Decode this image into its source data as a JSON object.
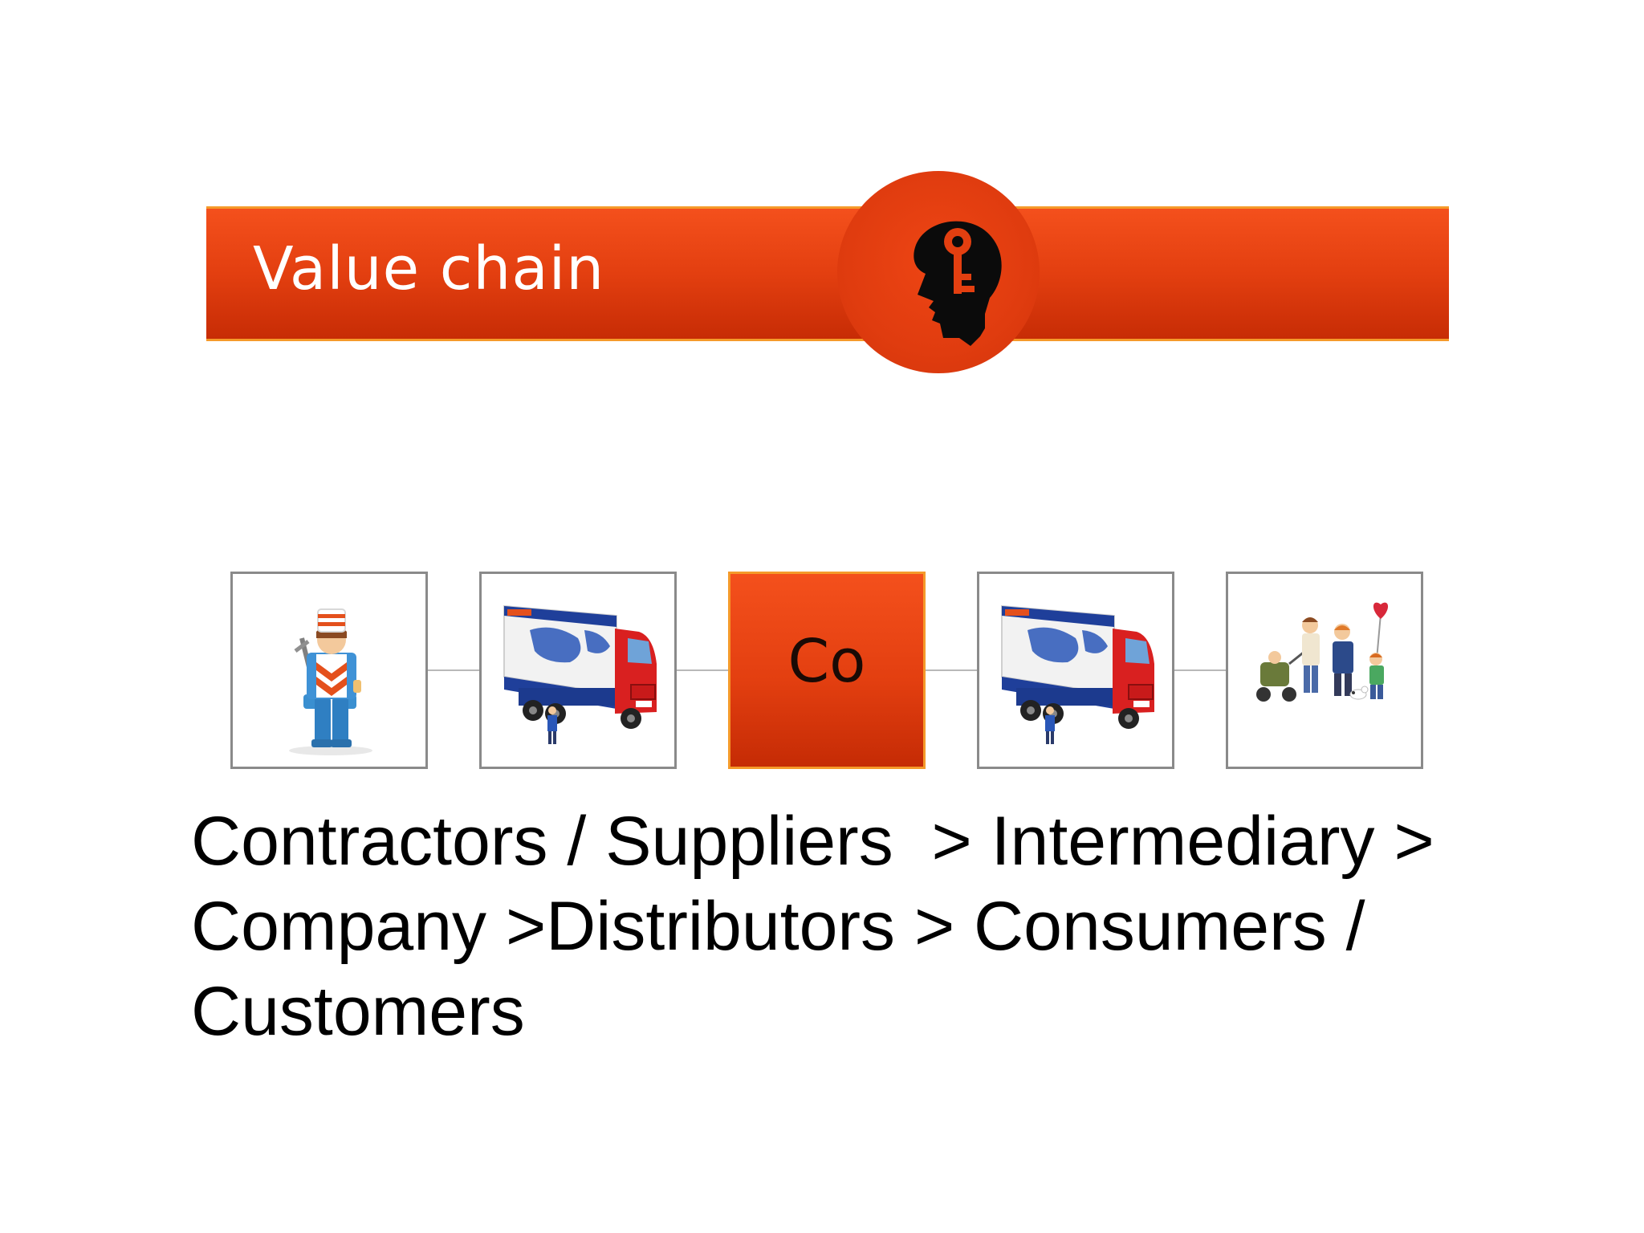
{
  "banner": {
    "title": "Value chain",
    "icon": "head-with-key-icon",
    "color": "#e33f10"
  },
  "chain": {
    "nodes": [
      {
        "name": "contractor",
        "icon": "worker-figure-icon"
      },
      {
        "name": "intermediary",
        "icon": "truck-icon"
      },
      {
        "name": "company",
        "label": "Co"
      },
      {
        "name": "distributor",
        "icon": "truck-icon"
      },
      {
        "name": "consumers",
        "icon": "family-figures-icon"
      }
    ]
  },
  "description": {
    "lines": [
      "Contractors / Suppliers  > Intermediary >",
      "Company >Distributors > Consumers /",
      "Customers"
    ]
  }
}
